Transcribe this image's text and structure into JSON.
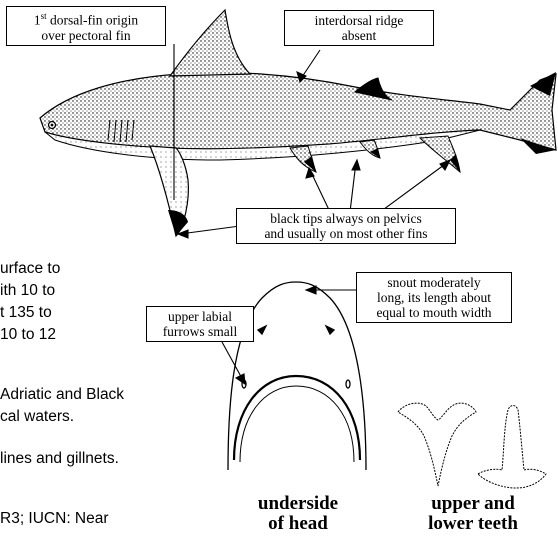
{
  "callouts": {
    "dorsal_origin": {
      "sup": "st",
      "prefix": "1",
      "line1_rest": " dorsal-fin origin",
      "line2": "over pectoral fin"
    },
    "interdorsal": {
      "line1": "interdorsal ridge",
      "line2": "absent"
    },
    "black_tips": {
      "line1": "black tips always on pelvics",
      "line2": "and usually on most other fins"
    },
    "snout": {
      "line1": "snout moderately",
      "line2": "long, its length about",
      "line3": "equal to mouth width"
    },
    "labial": {
      "line1": "upper labial",
      "line2": "furrows small"
    }
  },
  "side_text": [
    "urface to",
    "ith 10 to",
    "t 135 to",
    " 10 to 12",
    "Adriatic and Black",
    "cal waters.",
    "lines and gillnets.",
    "R3;  IUCN:  Near"
  ],
  "captions": {
    "head": {
      "line1": "underside",
      "line2": "of head"
    },
    "teeth": {
      "line1": "upper and",
      "line2": "lower teeth"
    }
  }
}
